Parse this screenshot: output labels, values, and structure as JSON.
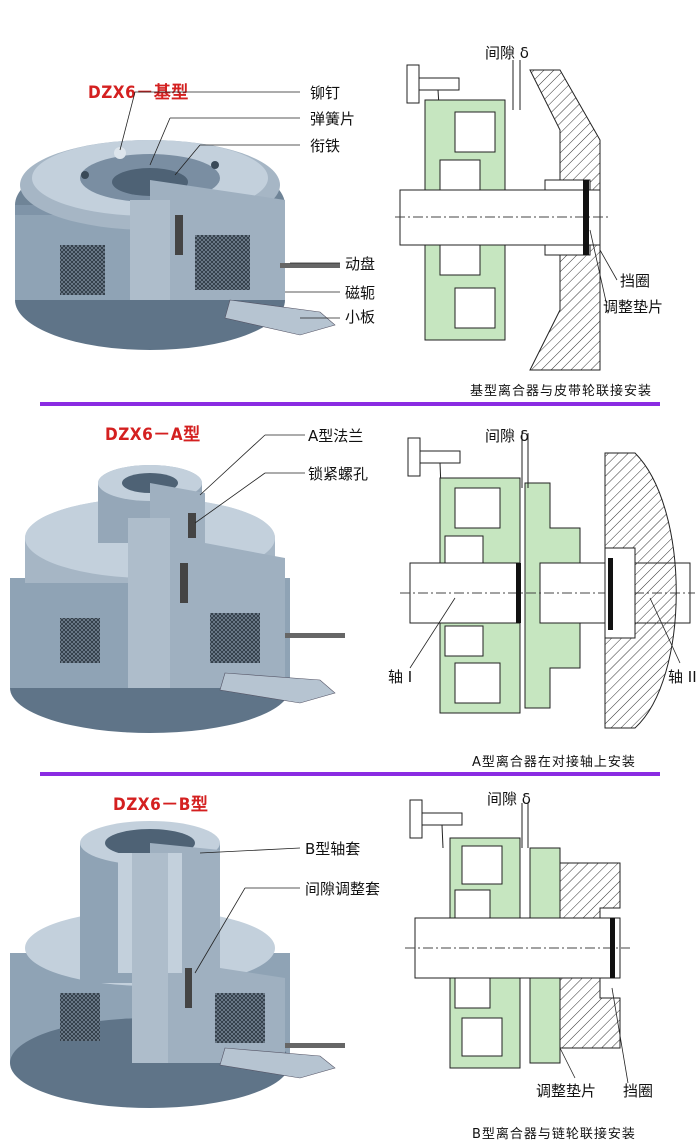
{
  "panels": [
    {
      "title": "DZX6－基型",
      "labels": [
        "铆钉",
        "弹簧片",
        "衔铁",
        "动盘",
        "磁轭",
        "小板"
      ],
      "gap_label": "间隙 δ",
      "right_labels": [
        "挡圈",
        "调整垫片"
      ],
      "caption": "基型离合器与皮带轮联接安装"
    },
    {
      "title": "DZX6－A型",
      "labels": [
        "A型法兰",
        "锁紧螺孔"
      ],
      "gap_label": "间隙 δ",
      "right_labels": [
        "轴 I",
        "轴 II"
      ],
      "caption": "A型离合器在对接轴上安装"
    },
    {
      "title": "DZX6－B型",
      "labels": [
        "B型轴套",
        "间隙调整套"
      ],
      "gap_label": "间隙 δ",
      "right_labels": [
        "调整垫片",
        "挡圈"
      ],
      "caption": "B型离合器与链轮联接安装"
    }
  ],
  "colors": {
    "metal": "#8fa3b5",
    "metal_dark": "#5f7488",
    "metal_light": "#c3d0dc",
    "green": "#c6e6c0",
    "hatch": "#333333",
    "title_red": "#d42020",
    "divider": "#8a2be2"
  }
}
